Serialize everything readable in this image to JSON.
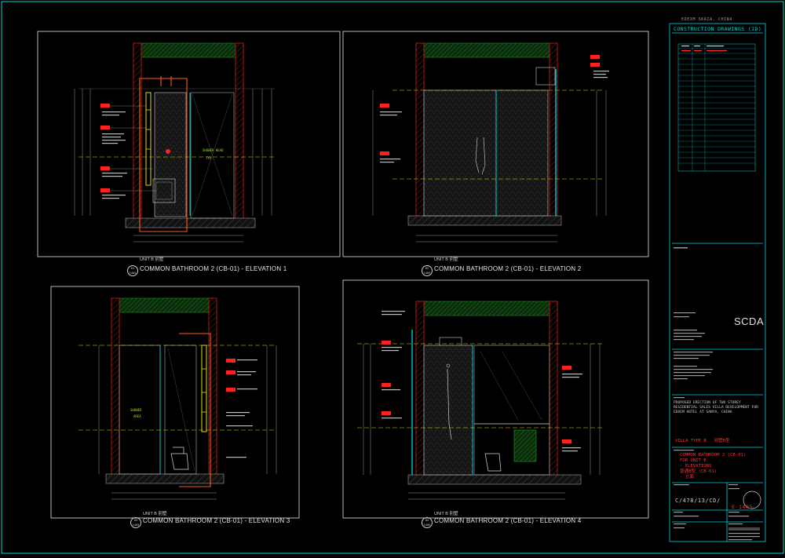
{
  "title_block": {
    "company_line": "EDEXM SKAIA, CHINA",
    "sheet_series": "CONSTRUCTION DRAWINGS (ID)",
    "logo": "SCDA",
    "project": "PROPOSED ERECTION OF TWO STOREY RESIDENTIAL SALES VILLA DEVELOPMENT FOR EDXEM HOTEL AT SANYA, CHINA",
    "villa_type": "VILLA TYPE B",
    "villa_type_cn": "别墅B型",
    "drawing_title_lines": [
      "COMMON BATHROOM 2 (CB-01)",
      "FOR UNIT B",
      "- ELEVATIONS",
      "普通B型 (CB-01)",
      "- 立面"
    ],
    "drawing_number": "C/478/13/CD/",
    "sheet_number": "E-1405"
  },
  "views": [
    {
      "unit_label": "UNIT B 別墅",
      "number": "01",
      "ref": "1405",
      "title": "COMMON BATHROOM 2 (CB-01) - ELEVATION 1"
    },
    {
      "unit_label": "UNIT B 別墅",
      "number": "02",
      "ref": "1405",
      "title": "COMMON BATHROOM 2 (CB-01) - ELEVATION 2"
    },
    {
      "unit_label": "UNIT B 別墅",
      "number": "03",
      "ref": "1405",
      "title": "COMMON BATHROOM 2 (CB-01) - ELEVATION 3"
    },
    {
      "unit_label": "UNIT B 別墅",
      "number": "04",
      "ref": "1405",
      "title": "COMMON BATHROOM 2 (CB-01) - ELEVATION 4"
    }
  ],
  "colors": {
    "background": "#000000",
    "frame": "#ffffff",
    "titleblock_cyan": "#00d8e0",
    "wall_red": "#d01818",
    "wall_green": "#1e8a2a",
    "glass_cyan": "#00c8d8",
    "pipe_orange": "#ff5a14",
    "centerline_yellow": "#e0e000",
    "tag_red": "#ff2020",
    "title_red": "#ff3030"
  }
}
